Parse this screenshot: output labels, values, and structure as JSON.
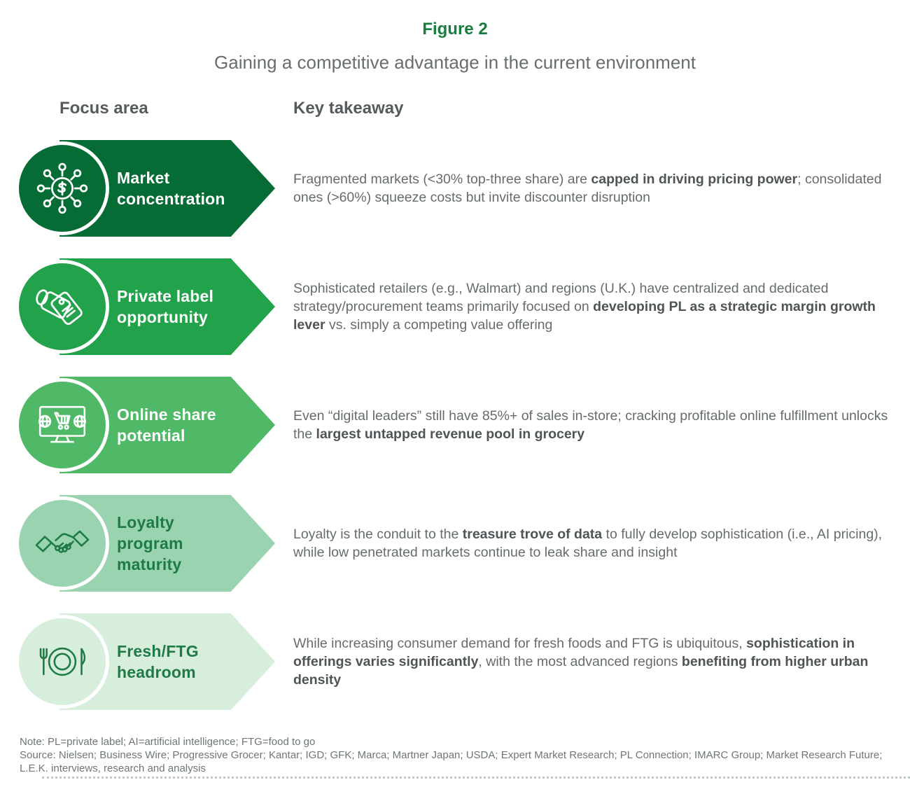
{
  "figure": {
    "label": "Figure 2",
    "title": "Gaining a competitive advantage in the current environment",
    "accent_green": "#177e40"
  },
  "columns": {
    "focus_area": "Focus area",
    "key_takeaway": "Key takeaway"
  },
  "rows": [
    {
      "id": "market-concentration",
      "label": "Market\nconcentration",
      "icon": "dollar-network-icon",
      "colors": {
        "banner": "#056c36",
        "label": "#ffffff",
        "icon": "#ffffff"
      },
      "takeaway": [
        {
          "text": "Fragmented markets (<30% top-three share) are ",
          "bold": false
        },
        {
          "text": "capped in driving pricing power",
          "bold": true
        },
        {
          "text": "; consolidated ones (>60%) squeeze costs but invite discounter disruption",
          "bold": false
        }
      ]
    },
    {
      "id": "private-label-opportunity",
      "label": "Private label\nopportunity",
      "icon": "price-tags-icon",
      "colors": {
        "banner": "#22a24a",
        "label": "#ffffff",
        "icon": "#ffffff"
      },
      "takeaway": [
        {
          "text": "Sophisticated retailers (e.g., Walmart) and regions (U.K.) have centralized and dedicated strategy/procurement teams primarily focused on ",
          "bold": false
        },
        {
          "text": "developing PL as a strategic margin growth lever",
          "bold": true
        },
        {
          "text": " vs. simply a competing value offering",
          "bold": false
        }
      ]
    },
    {
      "id": "online-share-potential",
      "label": "Online share\npotential",
      "icon": "monitor-cart-icon",
      "colors": {
        "banner": "#4fb968",
        "label": "#ffffff",
        "icon": "#ffffff"
      },
      "takeaway": [
        {
          "text": "Even “digital leaders” still have 85%+ of sales in-store; cracking profitable online fulfillment unlocks the ",
          "bold": false
        },
        {
          "text": "largest untapped revenue pool in grocery",
          "bold": true
        }
      ]
    },
    {
      "id": "loyalty-program-maturity",
      "label": "Loyalty\nprogram\nmaturity",
      "icon": "handshake-icon",
      "colors": {
        "banner": "#99d3af",
        "label": "#1e7b45",
        "icon": "#1e7b45"
      },
      "takeaway": [
        {
          "text": "Loyalty is the conduit to the ",
          "bold": false
        },
        {
          "text": "treasure trove of data",
          "bold": true
        },
        {
          "text": " to fully develop sophistication (i.e., AI pricing), while low penetrated markets continue to leak share and insight",
          "bold": false
        }
      ]
    },
    {
      "id": "fresh-ftg-headroom",
      "label": "Fresh/FTG\nheadroom",
      "icon": "plate-cutlery-icon",
      "colors": {
        "banner": "#d7eedd",
        "label": "#1e7b45",
        "icon": "#1e7b45"
      },
      "takeaway": [
        {
          "text": "While increasing consumer demand for fresh foods and FTG is ubiquitous, ",
          "bold": false
        },
        {
          "text": "sophistication in offerings varies significantly",
          "bold": true
        },
        {
          "text": ", with the most advanced regions ",
          "bold": false
        },
        {
          "text": "benefiting from higher urban density",
          "bold": true
        }
      ]
    }
  ],
  "footer": {
    "note": "Note: PL=private label; AI=artificial intelligence; FTG=food to go",
    "source": "Source: Nielsen; Business Wire; Progressive Grocer; Kantar; IGD; GFK; Marca; Martner Japan; USDA; Expert Market Research; PL Connection; IMARC Group; Market Research Future; L.E.K. interviews, research and analysis"
  }
}
